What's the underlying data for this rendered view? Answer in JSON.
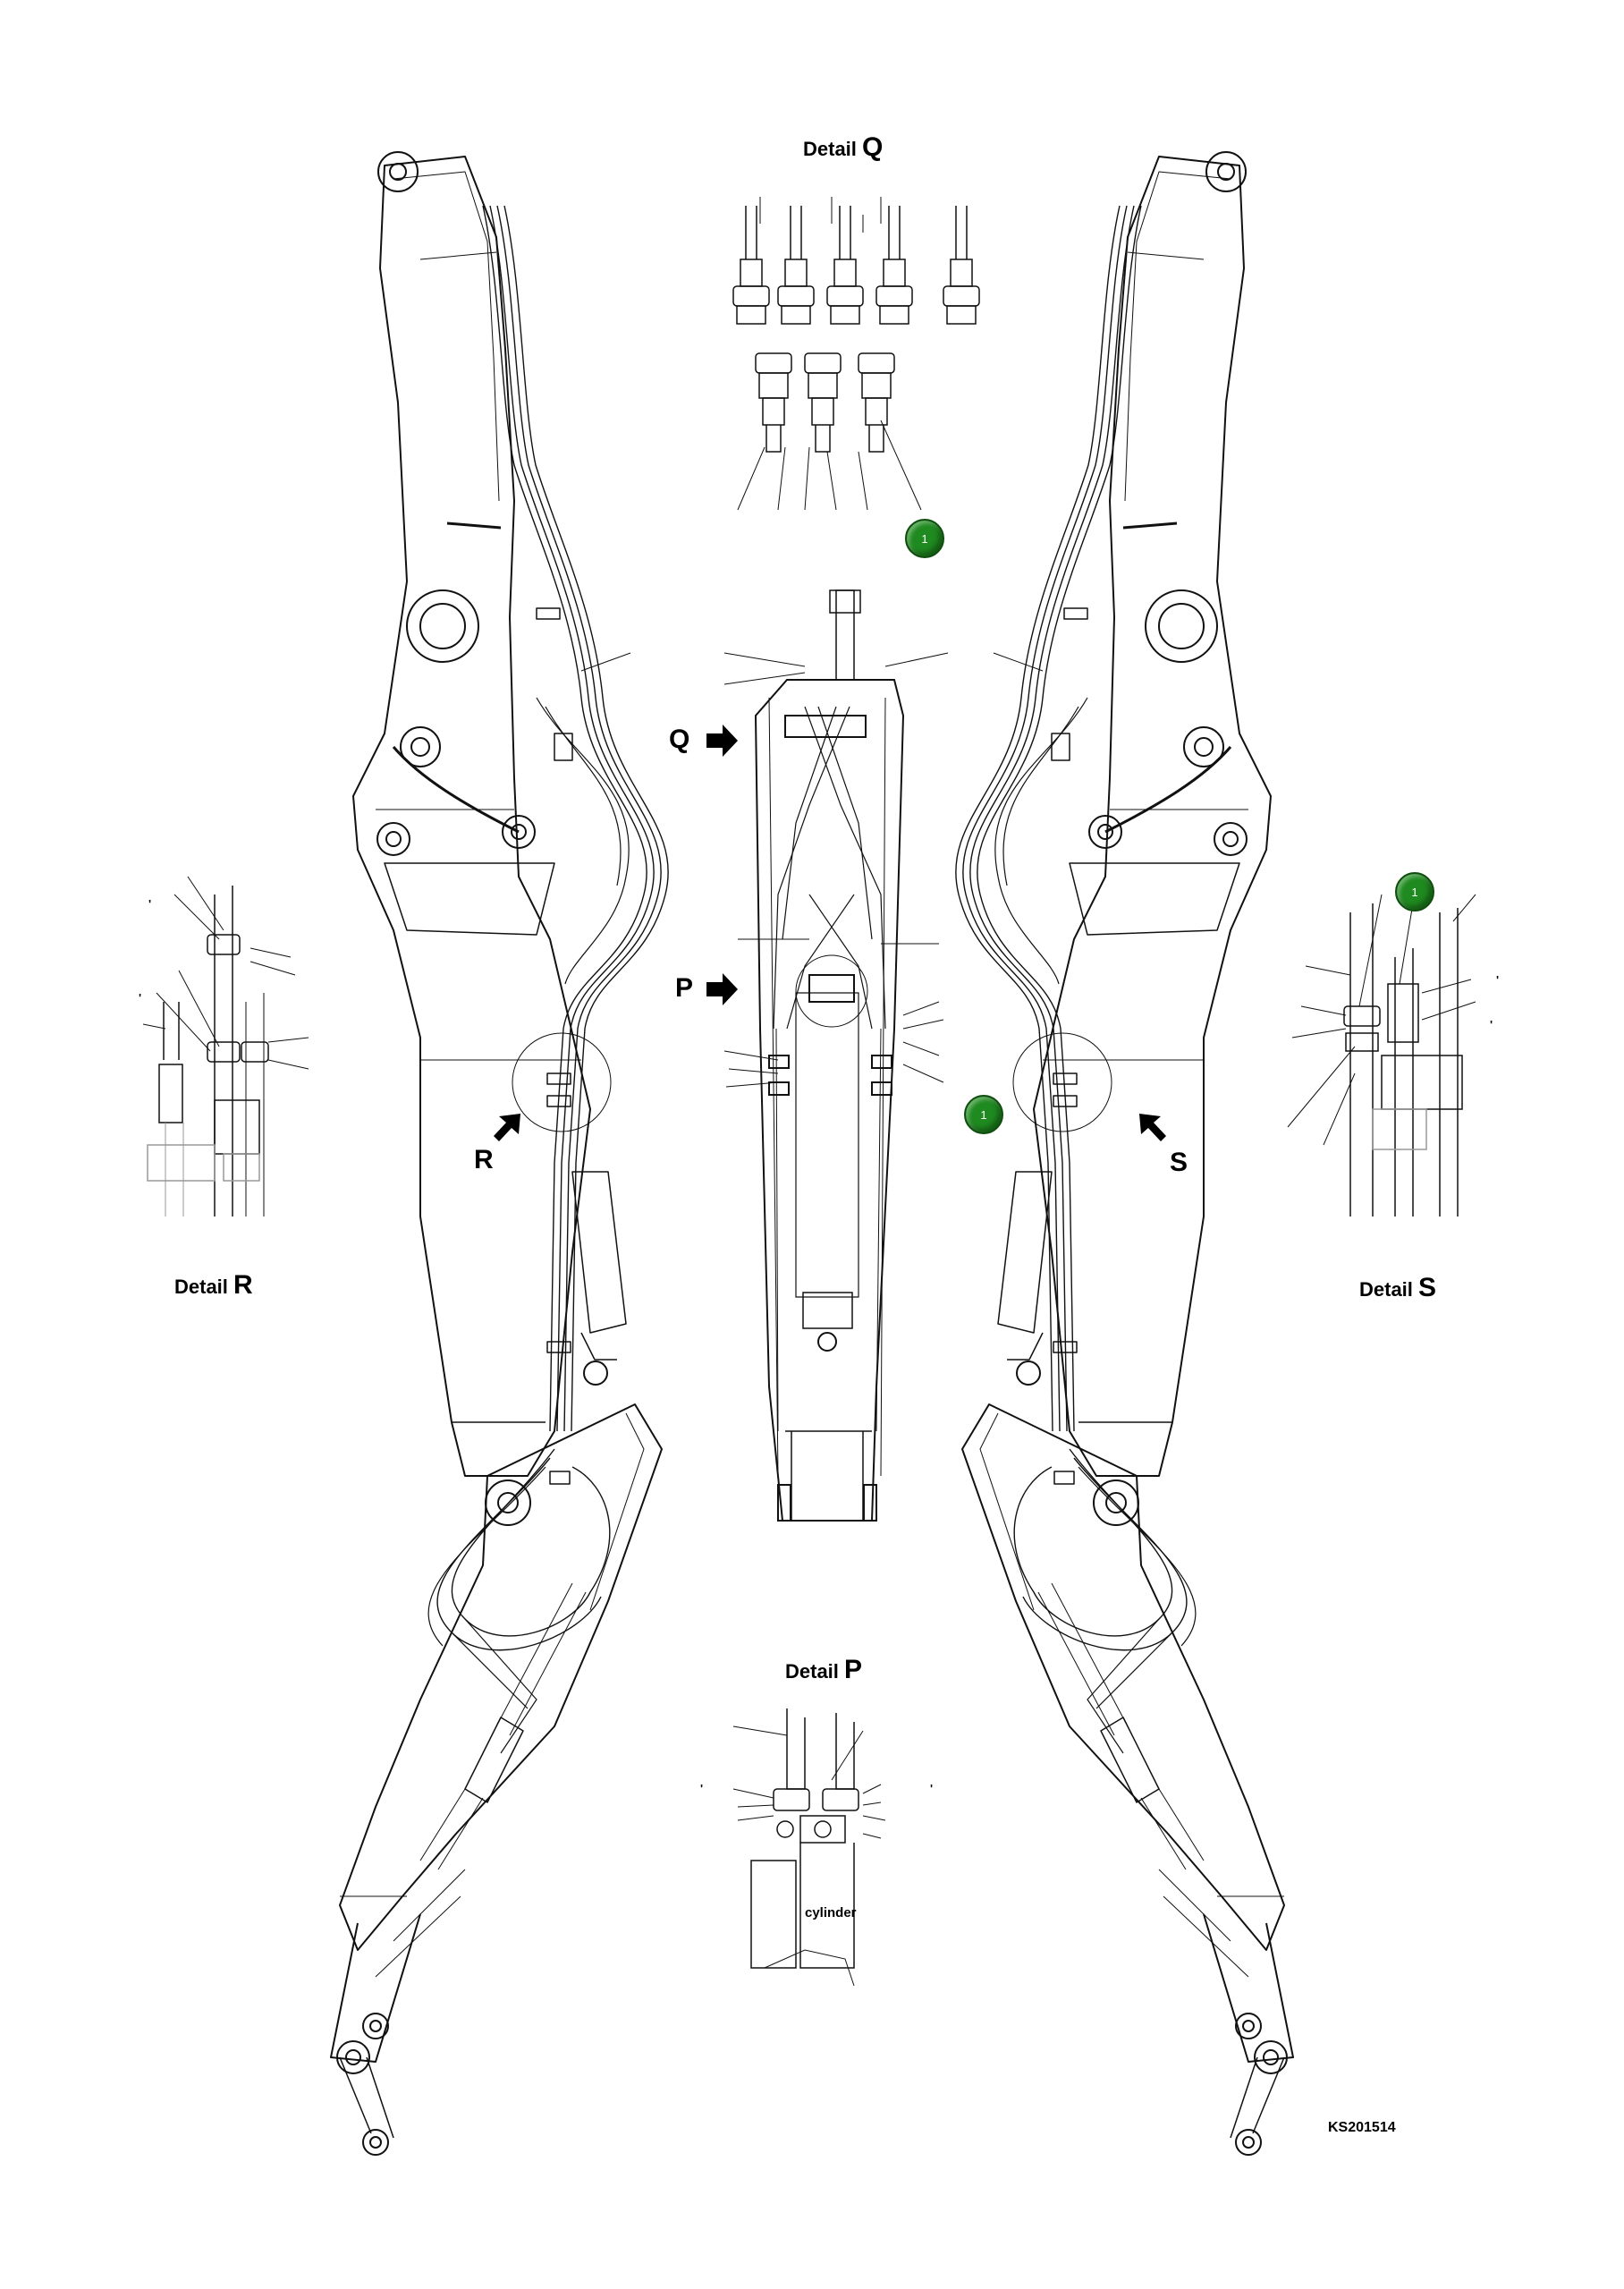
{
  "details": {
    "q": {
      "prefix": "Detail",
      "letter": "Q"
    },
    "r": {
      "prefix": "Detail",
      "letter": "R"
    },
    "s": {
      "prefix": "Detail",
      "letter": "S"
    },
    "p": {
      "prefix": "Detail",
      "letter": "P"
    }
  },
  "view_arrows": {
    "q": "Q",
    "p": "P",
    "r": "R",
    "s": "S"
  },
  "callouts": [
    {
      "label": "1"
    },
    {
      "label": "1"
    },
    {
      "label": "1"
    }
  ],
  "cylinder_label": "cylinder",
  "drawing_code": "KS201514",
  "tick_mark": "'",
  "colors": {
    "line": "#111111",
    "callout_fill": "#1f8a1f",
    "background": "#ffffff"
  }
}
